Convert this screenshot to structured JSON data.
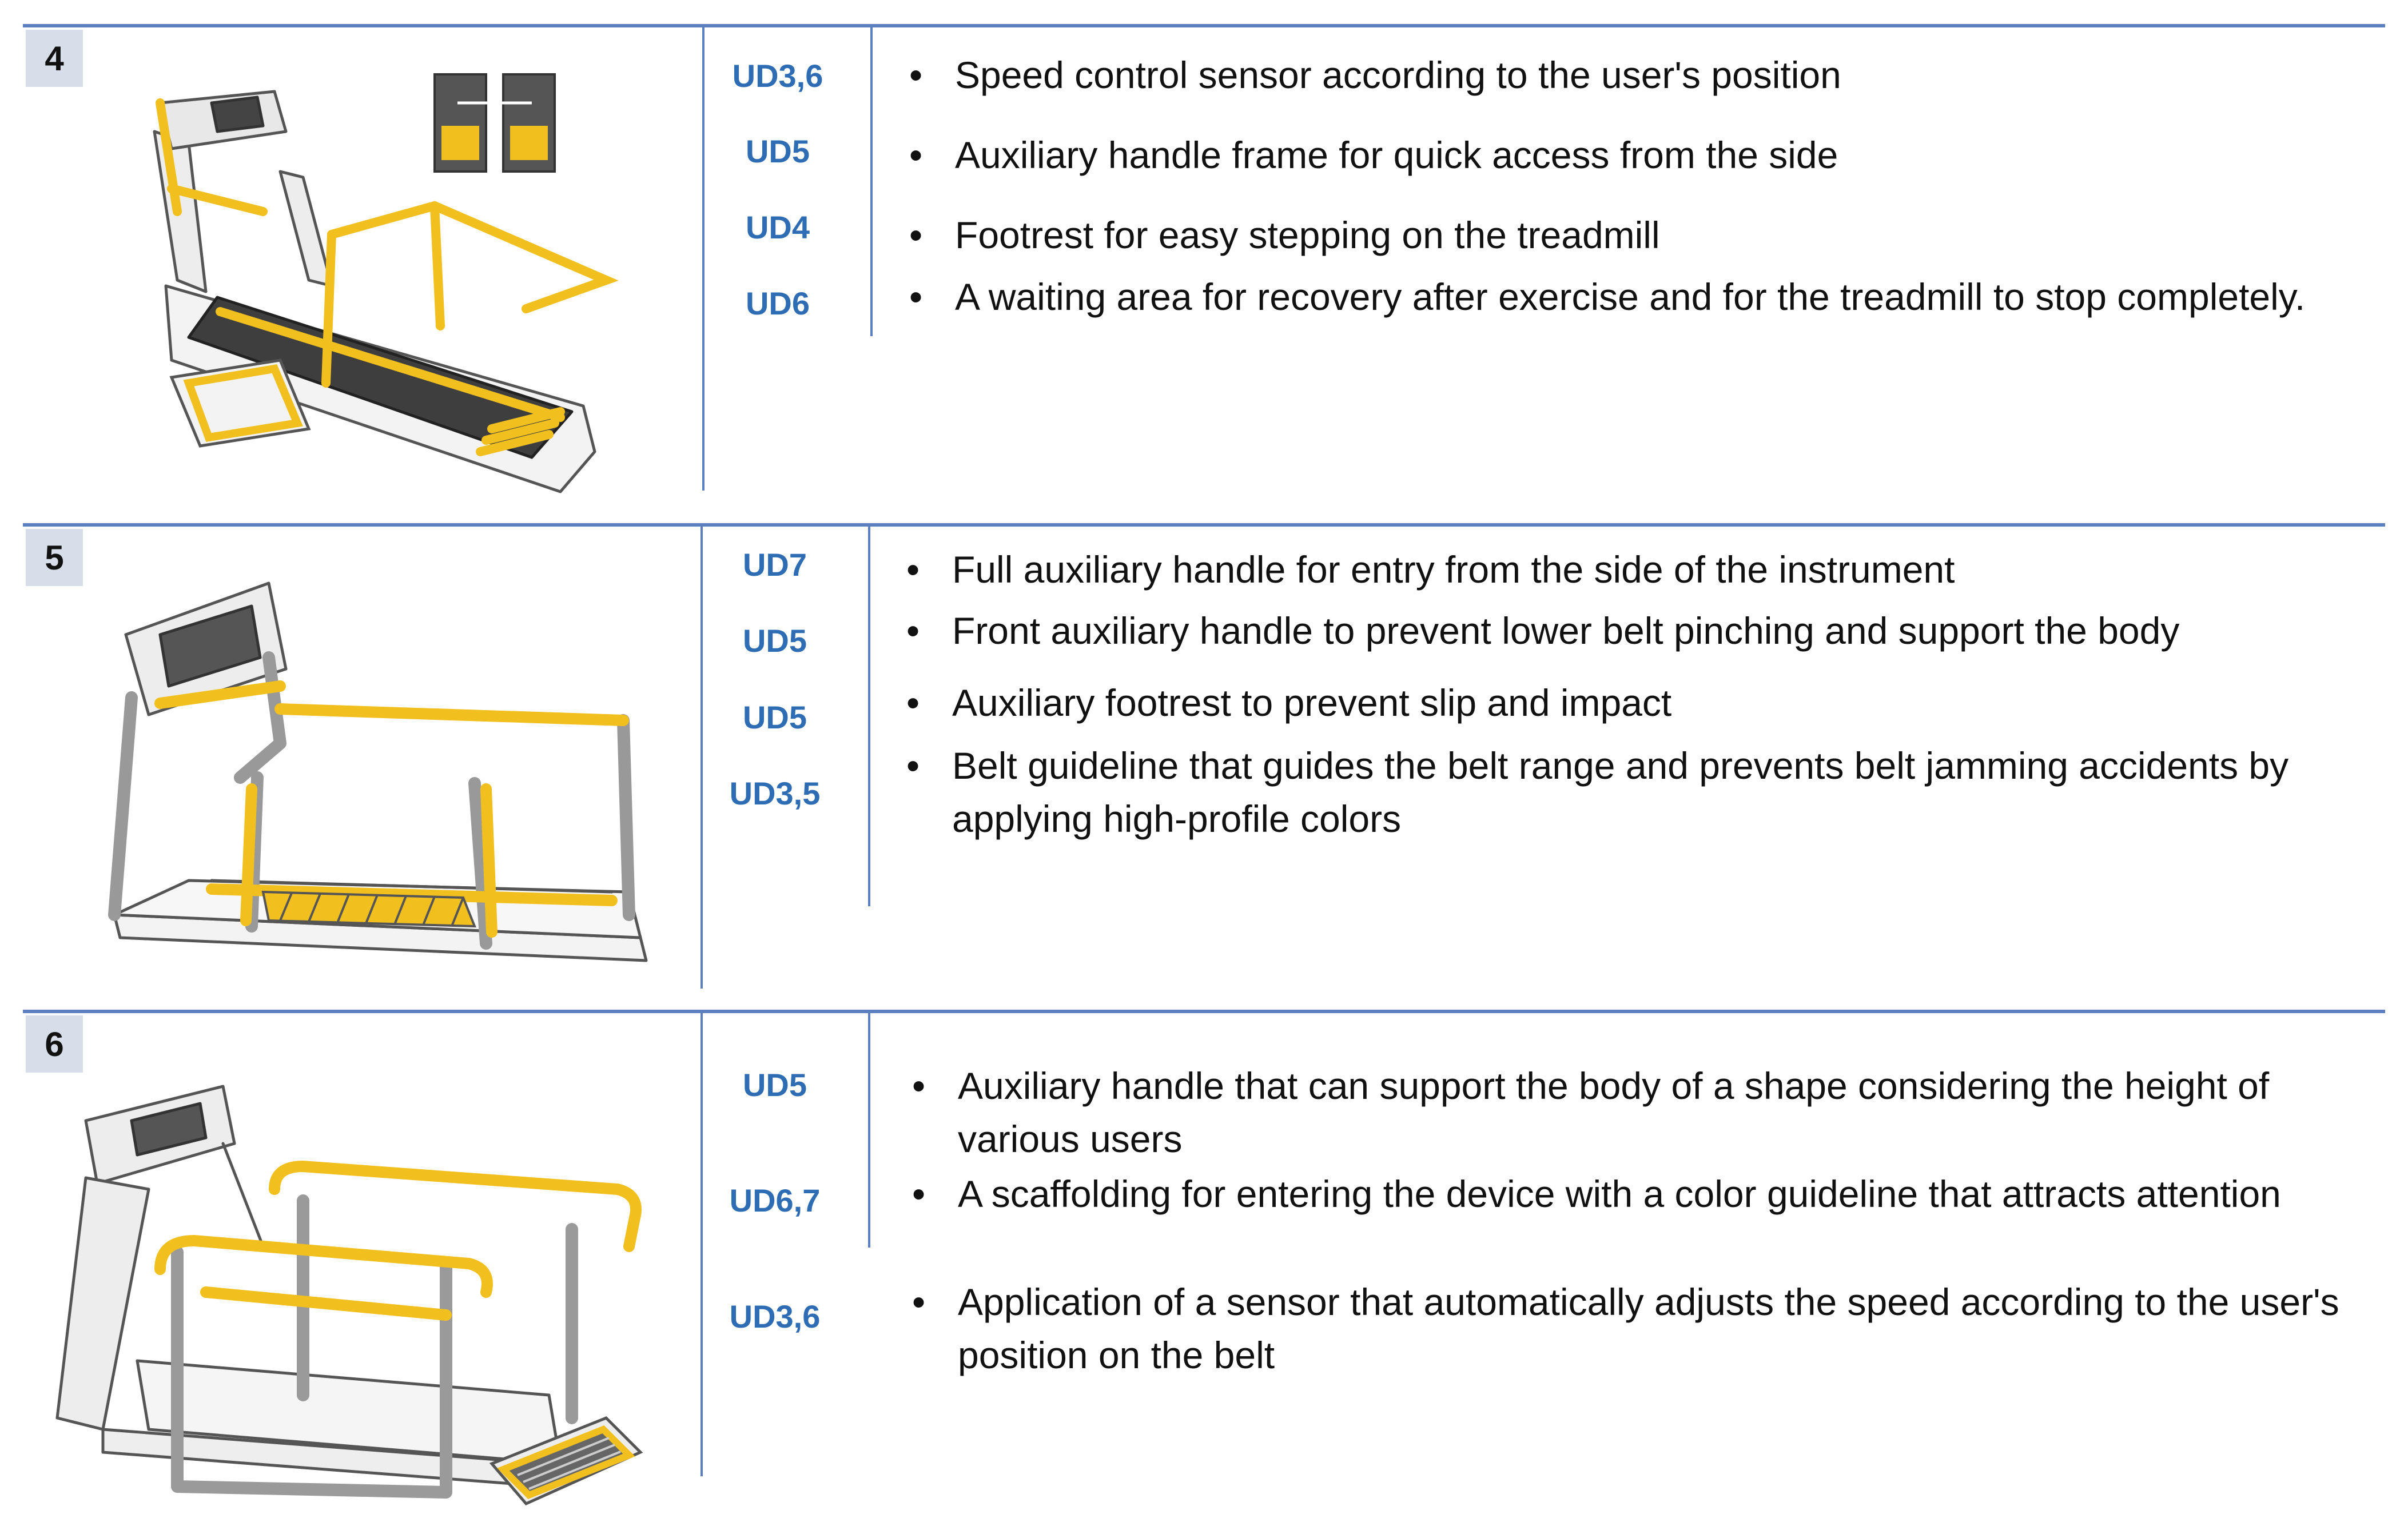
{
  "rows": [
    {
      "number": "4",
      "codes": [
        "UD3,6",
        "UD5",
        "UD4",
        "UD6"
      ],
      "bullets": [
        "Speed control sensor according to the user's position",
        "Auxiliary handle frame for quick access from the side",
        "Footrest for easy stepping on the treadmill",
        "A waiting area for recovery after exercise and for the treadmill to stop completely."
      ]
    },
    {
      "number": "5",
      "codes": [
        "UD7",
        "UD5",
        "UD5",
        "UD3,5"
      ],
      "bullets": [
        "Full auxiliary handle for entry from the side of the instrument",
        "Front auxiliary handle to prevent lower belt pinching and support the body",
        "Auxiliary footrest to prevent slip and impact",
        "Belt guideline that guides the belt range and prevents belt jamming accidents by applying high-profile colors"
      ]
    },
    {
      "number": "6",
      "codes": [
        "UD5",
        "UD6,7",
        "UD3,6"
      ],
      "bullets": [
        "Auxiliary handle that can support the body of a shape considering the height of various users",
        "A scaffolding for entering the device with a color guideline that attracts attention",
        "Application of a sensor that automatically adjusts the speed according to the user's position on the belt"
      ]
    }
  ],
  "colors": {
    "rule": "#5b7fbf",
    "code": "#2e6db4",
    "accent": "#f2c01e",
    "badge": "#d7dee9"
  }
}
